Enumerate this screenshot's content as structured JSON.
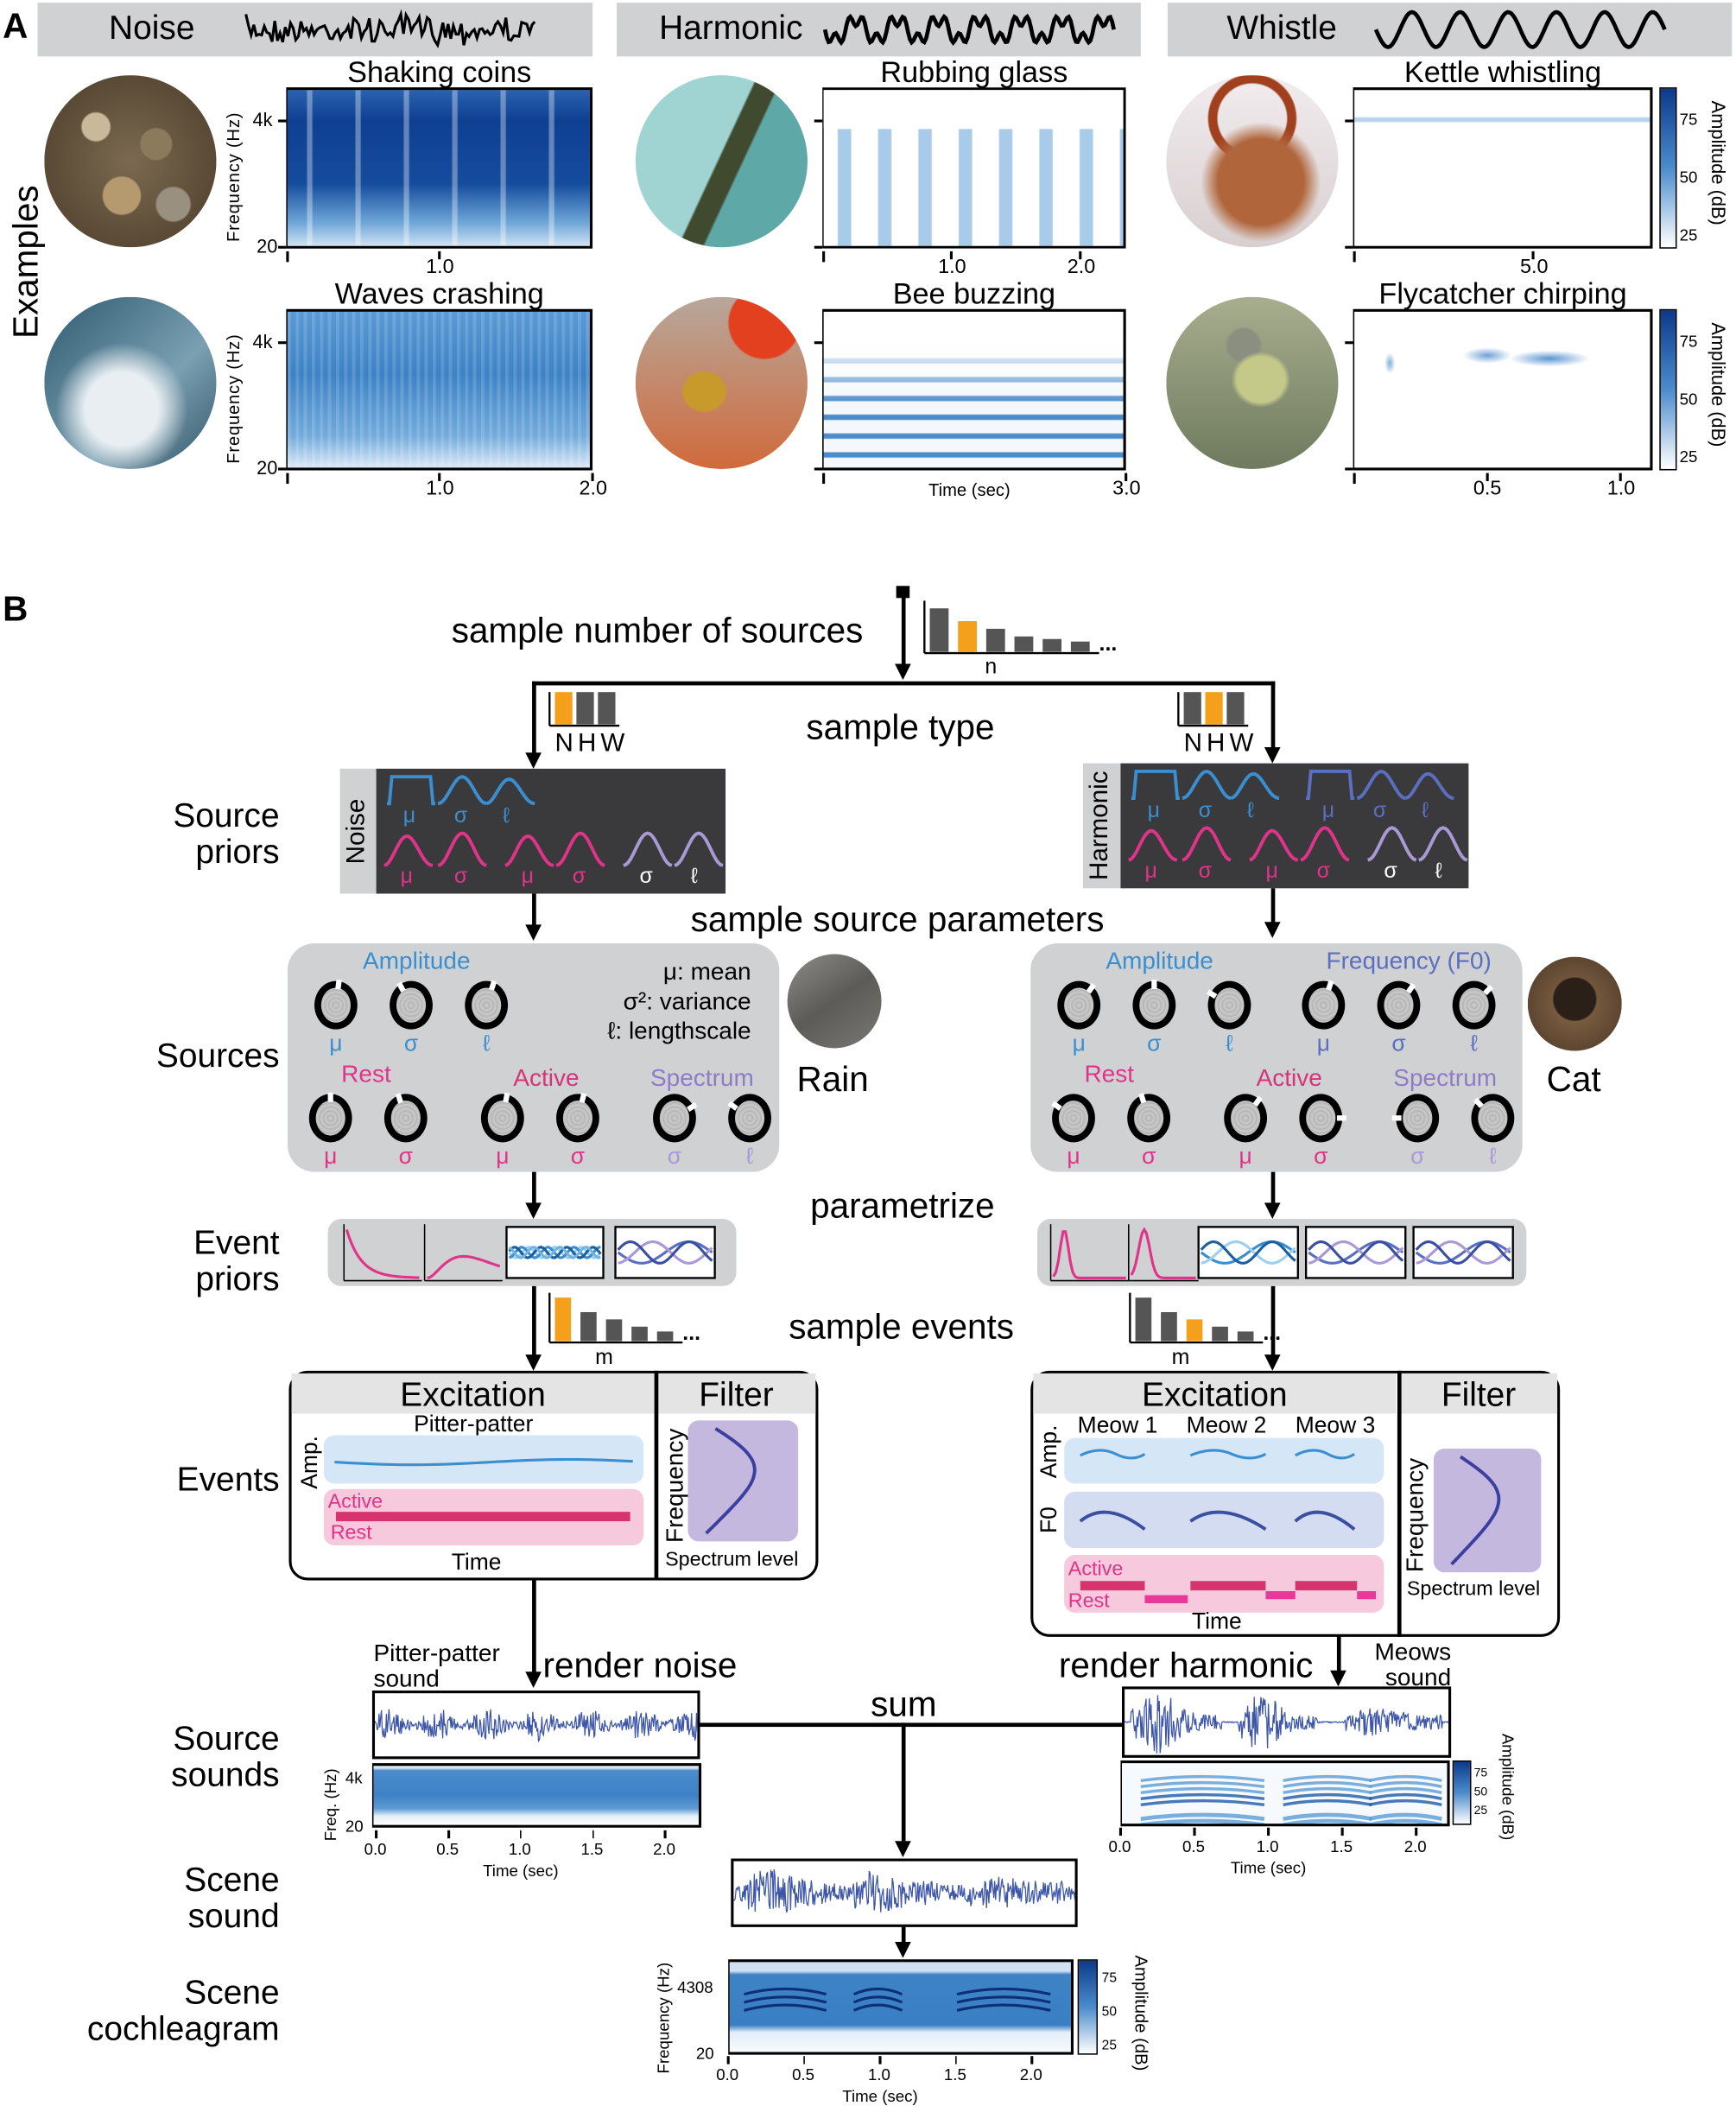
{
  "panel_a": {
    "label": "A",
    "side_label": "Examples",
    "ylabel": "Frequency (Hz)",
    "yticks": [
      "4k",
      "20"
    ],
    "colorbar_label": "Amplitude (dB)",
    "colorbar_ticks": [
      "75",
      "50",
      "25"
    ],
    "categories": [
      {
        "name": "Noise",
        "icon": "noise-waveform-icon"
      },
      {
        "name": "Harmonic",
        "icon": "harmonic-waveform-icon"
      },
      {
        "name": "Whistle",
        "icon": "sine-waveform-icon"
      }
    ],
    "examples": [
      {
        "title": "Shaking coins",
        "photo": "coins",
        "spec": "coins",
        "xlim": [
          0,
          2.0
        ],
        "xticks": [
          "1.0"
        ],
        "xlabel": ""
      },
      {
        "title": "Waves crashing",
        "photo": "waves",
        "spec": "waves",
        "xlim": [
          0,
          2.0
        ],
        "xticks": [
          "1.0",
          "2.0"
        ],
        "xlabel": ""
      },
      {
        "title": "Rubbing glass",
        "photo": "glass",
        "spec": "glass",
        "xlim": [
          0,
          2.35
        ],
        "xticks": [
          "1.0",
          "2.0"
        ],
        "xlabel": ""
      },
      {
        "title": "Bee buzzing",
        "photo": "bee",
        "spec": "bee",
        "xlim": [
          0,
          3.0
        ],
        "xticks": [
          "3.0"
        ],
        "xlabel": "Time (sec)"
      },
      {
        "title": "Kettle whistling",
        "photo": "kettle",
        "spec": "kettle",
        "xlim": [
          0,
          8.3
        ],
        "xticks": [
          "5.0"
        ],
        "xlabel": ""
      },
      {
        "title": "Flycatcher chirping",
        "photo": "bird",
        "spec": "bird",
        "xlim": [
          0,
          1.12
        ],
        "xticks": [
          "0.5",
          "1.0"
        ],
        "xlabel": ""
      }
    ]
  },
  "panel_b": {
    "label": "B",
    "steps": {
      "sample_number": "sample number of sources",
      "sample_type": "sample type",
      "sample_params": "sample source parameters",
      "parametrize": "parametrize",
      "sample_events": "sample events",
      "render_noise": "render noise",
      "render_harmonic": "render harmonic",
      "sum": "sum"
    },
    "row_labels": {
      "source_priors": "Source\npriors",
      "sources": "Sources",
      "event_priors": "Event\npriors",
      "events": "Events",
      "source_sounds": "Source\nsounds",
      "scene_sound": "Scene\nsound",
      "scene_cochleagram": "Scene\ncochleagram"
    },
    "n_distribution": {
      "axis_label": "n",
      "values": [
        0.85,
        0.6,
        0.45,
        0.3,
        0.25,
        0.2
      ],
      "selected_index": 1,
      "ellipsis": "..."
    },
    "type_bars": {
      "labels": [
        "N",
        "H",
        "W"
      ],
      "left_selected": 0,
      "right_selected": 1
    },
    "m_distribution": {
      "axis_label": "m",
      "left_values": [
        0.9,
        0.6,
        0.45,
        0.3,
        0.2
      ],
      "left_selected": 0,
      "right_values": [
        0.9,
        0.6,
        0.45,
        0.3,
        0.2
      ],
      "right_selected": 2,
      "ellipsis": "..."
    },
    "colors": {
      "amplitude": "#3a8fd0",
      "temporal": "#e0338a",
      "spectrum": "#a99ad6",
      "f0": "#5a6fc0",
      "selected_bar": "#f5a01a",
      "bar": "#555555",
      "waveform": "#3c55a8"
    },
    "left": {
      "type_label": "Noise",
      "prior_labels_top": [
        "μ",
        "σ",
        "ℓ"
      ],
      "prior_labels_bottom": [
        "μ",
        "σ",
        "μ",
        "σ",
        "σ",
        "ℓ"
      ],
      "source_name": "Rain",
      "legend": [
        "μ: mean",
        "σ²: variance",
        "ℓ: lengthscale"
      ],
      "groups_top": [
        {
          "title": "Amplitude",
          "knobs": [
            {
              "sym": "μ",
              "level": 0.02
            },
            {
              "sym": "σ",
              "level": 0.92
            },
            {
              "sym": "ℓ",
              "level": 0.05
            }
          ]
        }
      ],
      "groups_bottom": [
        {
          "title": "Rest",
          "knobs": [
            {
              "sym": "μ",
              "level": 0.0
            },
            {
              "sym": "σ",
              "level": 0.95
            }
          ]
        },
        {
          "title": "Active",
          "knobs": [
            {
              "sym": "μ",
              "level": 0.03
            },
            {
              "sym": "σ",
              "level": 0.04
            }
          ]
        },
        {
          "title": "Spectrum",
          "knobs": [
            {
              "sym": "σ",
              "level": 0.16
            },
            {
              "sym": "ℓ",
              "level": 0.85
            }
          ]
        }
      ],
      "event": {
        "excitation": "Excitation",
        "filter": "Filter",
        "event_name": "Pitter-patter",
        "amp_label": "Amp.",
        "active": "Active",
        "rest": "Rest",
        "time": "Time",
        "frequency": "Frequency",
        "spectrum_level": "Spectrum level"
      },
      "sound_label": "Pitter-patter\nsound",
      "spec_ylabel": "Freq. (Hz)",
      "spec_yticks": [
        "4k",
        "20"
      ],
      "xticks": [
        "0.0",
        "0.5",
        "1.0",
        "1.5",
        "2.0"
      ],
      "xlabel": "Time (sec)"
    },
    "right": {
      "type_label": "Harmonic",
      "prior_labels_top": [
        "μ",
        "σ",
        "ℓ",
        "μ",
        "σ",
        "ℓ"
      ],
      "prior_labels_bottom": [
        "μ",
        "σ",
        "μ",
        "σ",
        "σ",
        "ℓ"
      ],
      "source_name": "Cat",
      "groups_top": [
        {
          "title": "Amplitude",
          "knobs": [
            {
              "sym": "μ",
              "level": 0.1
            },
            {
              "sym": "σ",
              "level": 0.0
            },
            {
              "sym": "ℓ",
              "level": 0.84
            }
          ]
        },
        {
          "title": "Frequency (F0)",
          "knobs": [
            {
              "sym": "μ",
              "level": 0.05
            },
            {
              "sym": "σ",
              "level": 0.1
            },
            {
              "sym": "ℓ",
              "level": 0.12
            }
          ]
        }
      ],
      "groups_bottom": [
        {
          "title": "Rest",
          "knobs": [
            {
              "sym": "μ",
              "level": 0.85
            },
            {
              "sym": "σ",
              "level": 0.95
            }
          ]
        },
        {
          "title": "Active",
          "knobs": [
            {
              "sym": "μ",
              "level": 0.1
            },
            {
              "sym": "σ",
              "level": 0.25
            }
          ]
        },
        {
          "title": "Spectrum",
          "knobs": [
            {
              "sym": "σ",
              "level": 0.75
            },
            {
              "sym": "ℓ",
              "level": 0.88
            }
          ]
        }
      ],
      "event": {
        "excitation": "Excitation",
        "filter": "Filter",
        "meows": [
          "Meow 1",
          "Meow 2",
          "Meow 3"
        ],
        "amp_label": "Amp.",
        "f0_label": "F0",
        "active": "Active",
        "rest": "Rest",
        "time": "Time",
        "frequency": "Frequency",
        "spectrum_level": "Spectrum level"
      },
      "sound_label": "Meows\nsound",
      "xticks": [
        "0.0",
        "0.5",
        "1.0",
        "1.5",
        "2.0"
      ],
      "xlabel": "Time (sec)",
      "colorbar_label": "Amplitude (dB)",
      "colorbar_ticks": [
        "75",
        "50",
        "25"
      ]
    },
    "scene": {
      "ylabel": "Frequency (Hz)",
      "yticks": [
        "4308",
        "20"
      ],
      "xticks": [
        "0.0",
        "0.5",
        "1.0",
        "1.5",
        "2.0"
      ],
      "xlabel": "Time (sec)",
      "colorbar_label": "Amplitude (dB)",
      "colorbar_ticks": [
        "75",
        "50",
        "25"
      ]
    }
  }
}
